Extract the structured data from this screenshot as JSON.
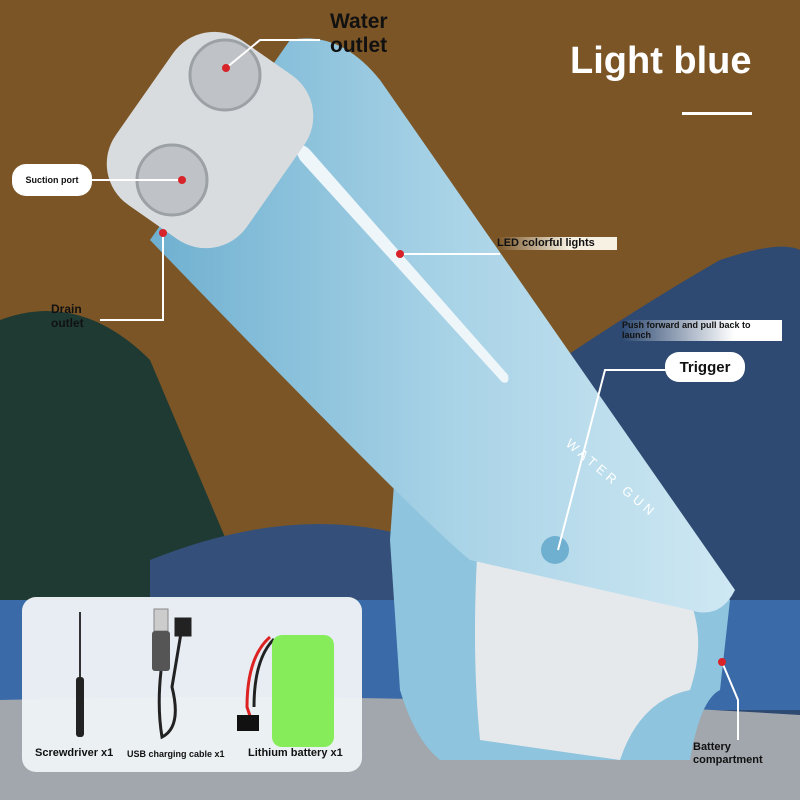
{
  "title": "Light blue",
  "labels": {
    "water_outlet": "Water outlet",
    "suction_port": "Suction port",
    "drain_outlet": "Drain outlet",
    "led_lights": "LED colorful lights",
    "push_hint": "Push forward and pull back to launch",
    "trigger": "Trigger",
    "battery_compartment": "Battery compartment"
  },
  "product_text": "WATER GUN",
  "accessories": [
    {
      "label": "Screwdriver x1"
    },
    {
      "label": "USB charging cable x1"
    },
    {
      "label": "Lithium battery x1"
    }
  ],
  "colors": {
    "body": "#a9d3e6",
    "cap": "#d9dcdf",
    "marker": "#d8232a",
    "background": "#7b5526"
  }
}
